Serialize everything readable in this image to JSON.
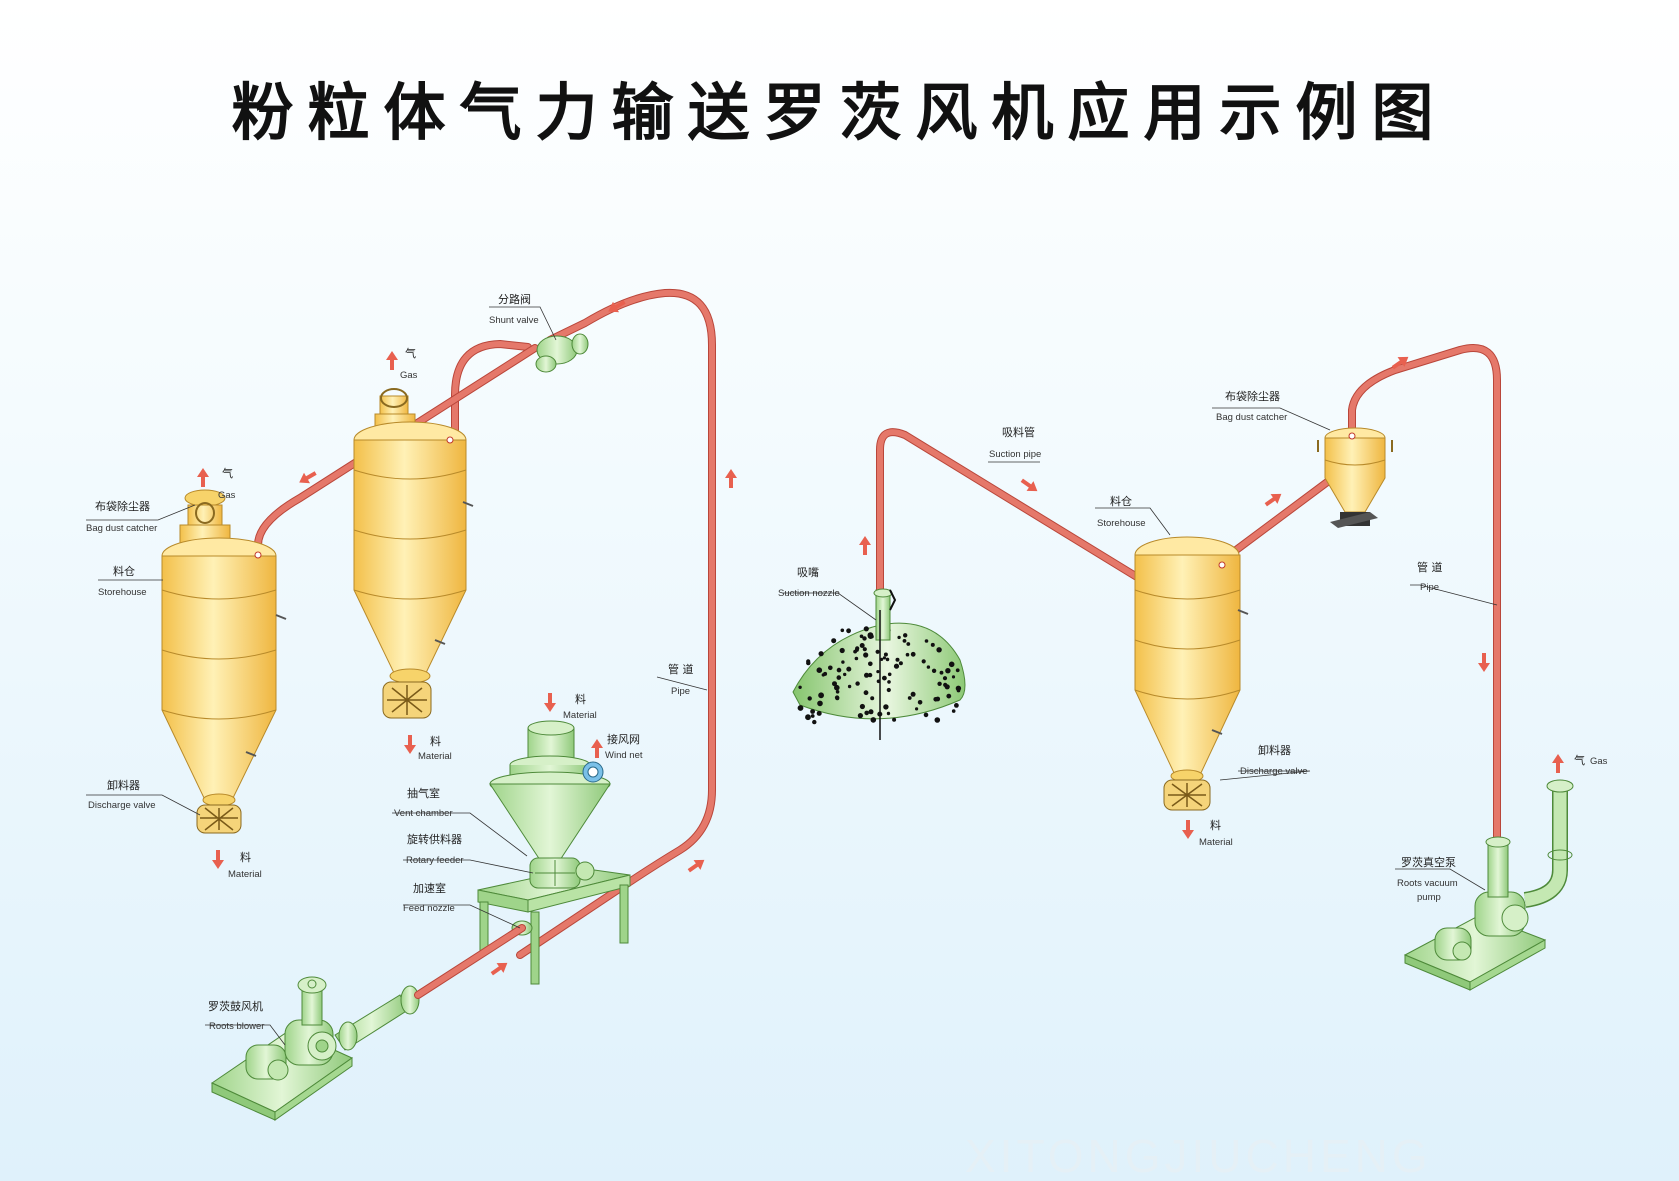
{
  "title": "粉粒体气力输送罗茨风机应用示例图",
  "watermark": "XITONGJIUCHENG",
  "colors": {
    "pipe": "#e5786a",
    "arrow": "#e8604f",
    "silo_yellow": "#f7cc5c",
    "machine_green": "#b9e3a5",
    "material_pile": "#9ed08a"
  },
  "labels": {
    "shunt_valve": {
      "zh": "分路阀",
      "en": "Shunt valve"
    },
    "gas_a": {
      "zh": "气",
      "en": "Gas"
    },
    "gas_b": {
      "zh": "气",
      "en": "Gas"
    },
    "bag_dust_catcher_left": {
      "zh": "布袋除尘器",
      "en": "Bag dust catcher"
    },
    "storehouse_left": {
      "zh": "料仓",
      "en": "Storehouse"
    },
    "discharge_valve_left": {
      "zh": "卸料器",
      "en": "Discharge valve"
    },
    "material_left": {
      "zh": "料",
      "en": "Material"
    },
    "material_mid": {
      "zh": "料",
      "en": "Material"
    },
    "pipe_left": {
      "zh": "管 道",
      "en": "Pipe"
    },
    "material_top": {
      "zh": "料",
      "en": "Material"
    },
    "wind_net": {
      "zh": "接风网",
      "en": "Wind net"
    },
    "vent_chamber": {
      "zh": "抽气室",
      "en": "Vent chamber"
    },
    "rotary_feeder": {
      "zh": "旋转供料器",
      "en": "Rotary feeder"
    },
    "feed_nozzle": {
      "zh": "加速室",
      "en": "Feed nozzle"
    },
    "roots_blower": {
      "zh": "罗茨鼓风机",
      "en": "Roots blower"
    },
    "suction_pipe": {
      "zh": "吸料管",
      "en": "Suction  pipe"
    },
    "suction_nozzle": {
      "zh": "吸嘴",
      "en": "Suction nozzle"
    },
    "storehouse_right": {
      "zh": "料仓",
      "en": "Storehouse"
    },
    "bag_dust_catcher_right": {
      "zh": "布袋除尘器",
      "en": "Bag dust catcher"
    },
    "pipe_right": {
      "zh": "管 道",
      "en": "Pipe"
    },
    "discharge_valve_right": {
      "zh": "卸料器",
      "en": "Discharge valve"
    },
    "material_right": {
      "zh": "料",
      "en": "Material"
    },
    "gas_right": {
      "zh": "气",
      "en": "Gas"
    },
    "roots_vacuum_pump": {
      "zh": "罗茨真空泵",
      "en": "Roots vacuum",
      "en2": "pump"
    }
  }
}
